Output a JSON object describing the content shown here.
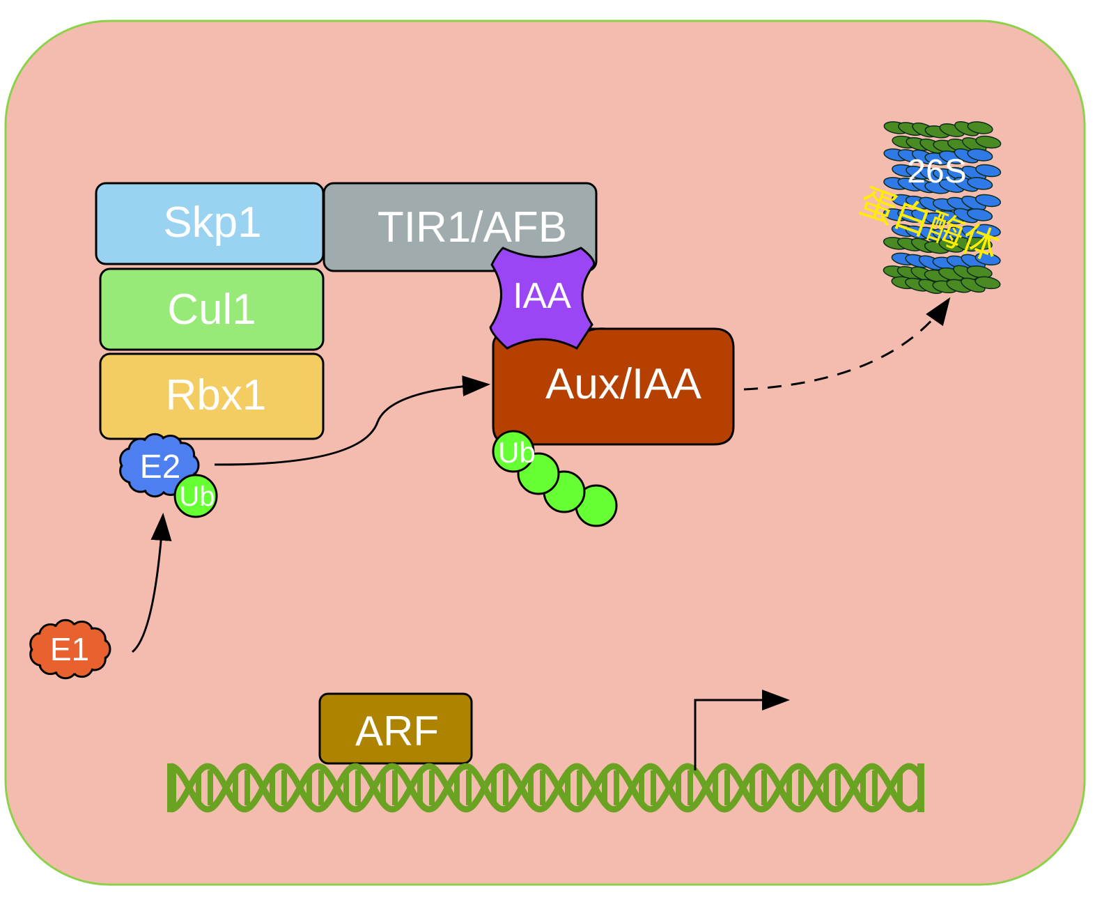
{
  "colors": {
    "cell_fill": "#f4bcae",
    "cell_border": "#8bd14a",
    "skp1": "#9ad3f1",
    "tir1": "#9fabac",
    "cul1": "#97e978",
    "rbx1": "#f4cd62",
    "aux_iaa": "#b54000",
    "iaa": "#9a46f5",
    "e1": "#e8622f",
    "e2": "#4d7ff0",
    "ub": "#66ff33",
    "arf": "#ae8300",
    "dna": "#6aa222",
    "proteasome_green": "#4a8a22",
    "proteasome_blue": "#2f7ae6",
    "chinese_label": "#ffee00"
  },
  "labels": {
    "skp1": "Skp1",
    "tir1": "TIR1/AFB",
    "cul1": "Cul1",
    "rbx1": "Rbx1",
    "iaa": "IAA",
    "aux_iaa": "Aux/IAA",
    "e2": "E2",
    "e1": "E1",
    "ub_e2": "Ub",
    "ub_chain": "Ub",
    "arf": "ARF",
    "proteasome_26s": "26S",
    "proteasome_cn": "蛋白酶体"
  }
}
